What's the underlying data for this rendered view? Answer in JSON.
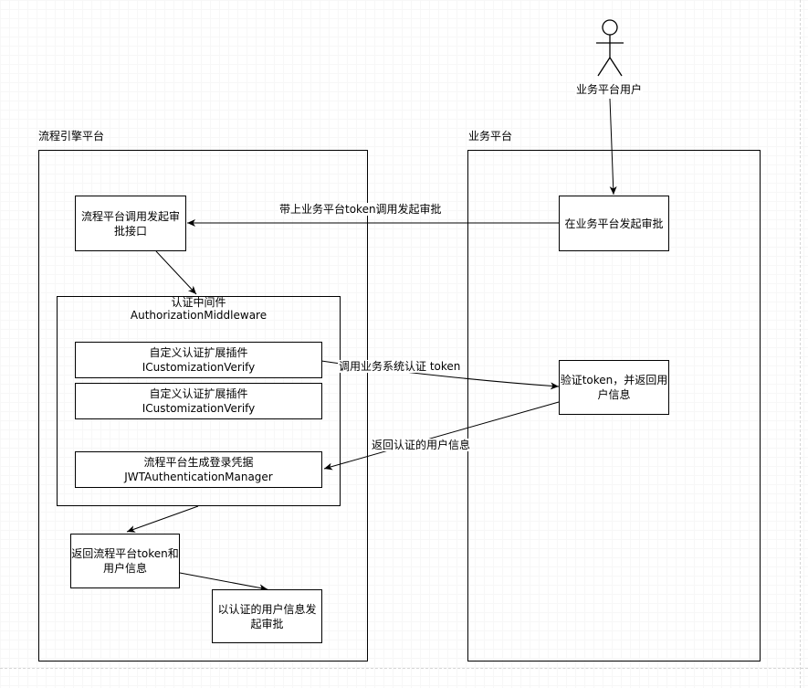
{
  "lanes": {
    "engine_title": "流程引擎平台",
    "business_title": "业务平台"
  },
  "actor": {
    "label": "业务平台用户"
  },
  "nodes": {
    "call_api": "流程平台调用发起审\n批接口",
    "auth_middleware_title": "认证中间件\nAuthorizationMiddleware",
    "plugin_1": "自定义认证扩展插件\nICustomizationVerify",
    "plugin_2": "自定义认证扩展插件\nICustomizationVerify",
    "jwt_manager": "流程平台生成登录凭据\nJWTAuthenticationManager",
    "return_token": "返回流程平台token和\n用户信息",
    "start_approval": "以认证的用户信息发\n起审批",
    "biz_start": "在业务平台发起审批",
    "verify_token": "验证token，并返回用\n户信息"
  },
  "edges": {
    "with_token": "带上业务平台token调用发起审批",
    "call_verify": "调用业务系统认证 token",
    "return_user": "返回认证的用户信息"
  }
}
